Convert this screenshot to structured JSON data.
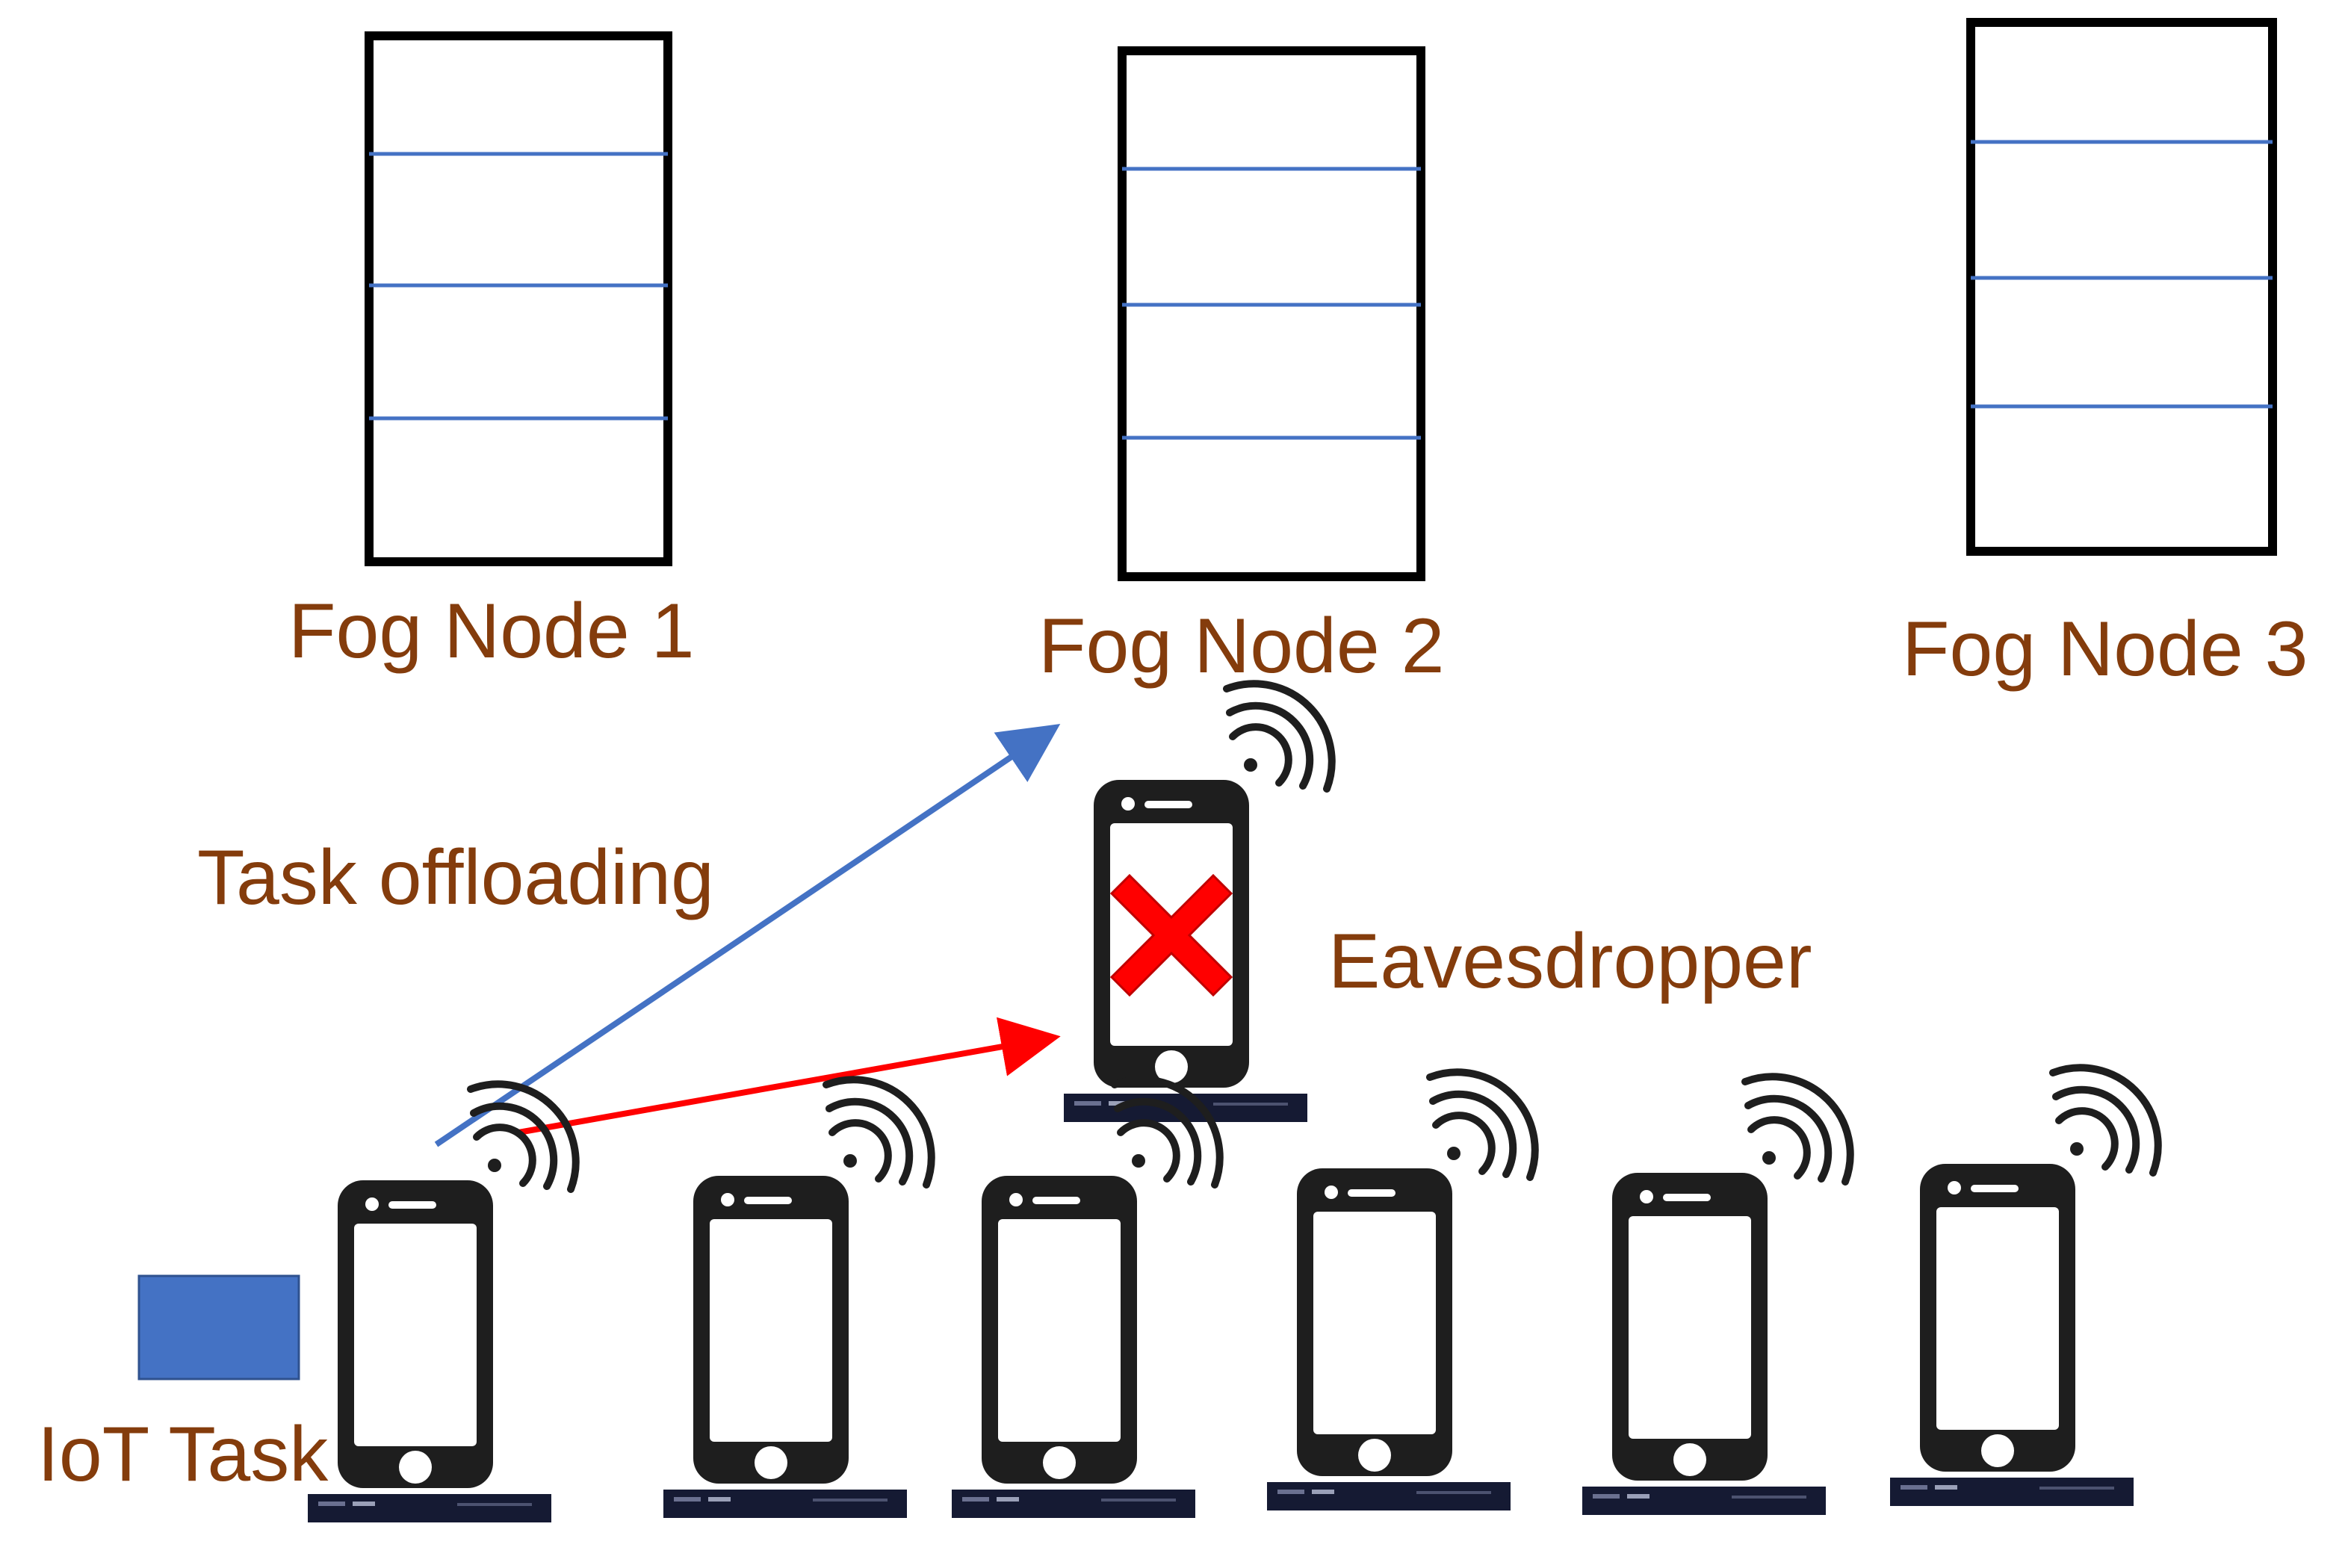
{
  "fog_nodes": [
    {
      "label": "Fog Node 1"
    },
    {
      "label": "Fog Node 2"
    },
    {
      "label": "Fog Node 3"
    }
  ],
  "labels": {
    "task_offloading": "Task offloading",
    "eavesdropper": "Eavesdropper",
    "iot_task": "IoT Task"
  },
  "colors": {
    "label_text": "#843c0c",
    "fog_node_border": "#000000",
    "fog_node_dividers": "#4472c4",
    "offload_arrow": "#4472c4",
    "eavesdrop_arrow": "#ff0000",
    "iot_task_block": "#4472c4",
    "eavesdropper_mark": "#ff0000",
    "device_body": "#1e1e1e"
  },
  "icons": {
    "device": "smartphone-icon",
    "signal": "wireless-signal-icon",
    "compromised": "red-x-icon"
  }
}
